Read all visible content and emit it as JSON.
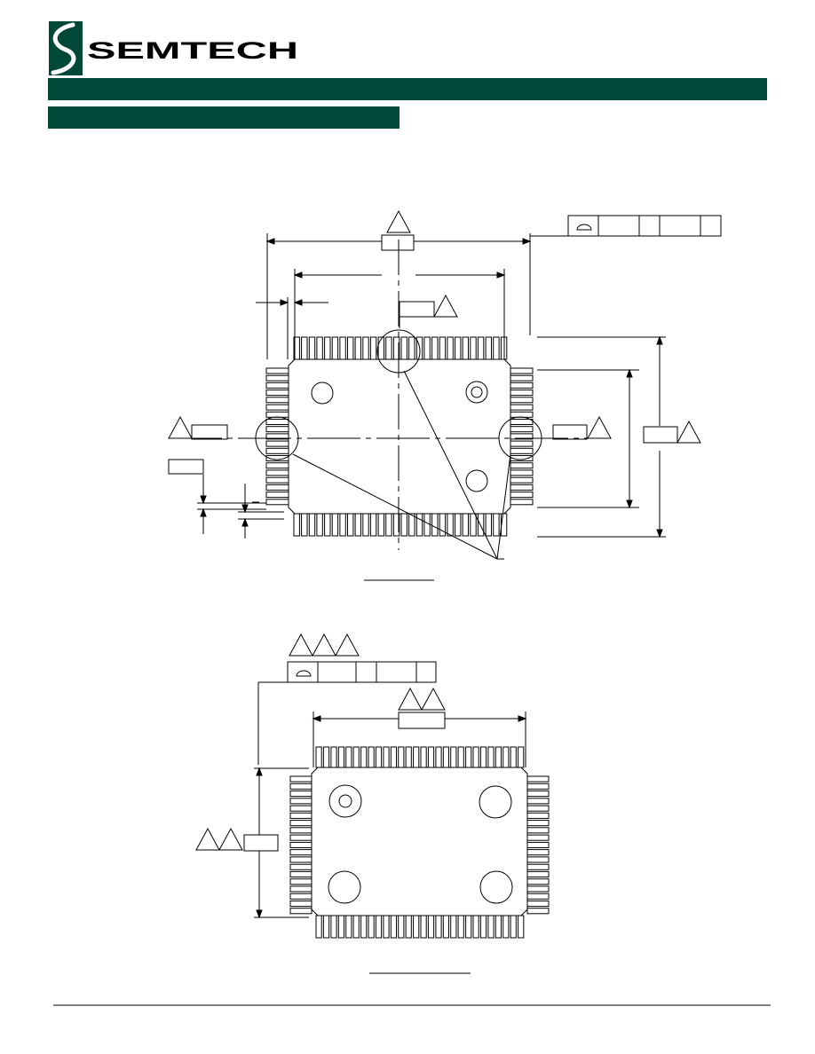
{
  "brand": {
    "name": "SEMTECH",
    "primary_color": "#004837",
    "line_color": "#000000"
  },
  "figures": [
    {
      "kind": "package-outline-top-view",
      "pins_per_horizontal_side": 28,
      "pins_per_vertical_side": 19,
      "mold_circles": 3
    },
    {
      "kind": "package-outline-bottom-view",
      "pins_per_horizontal_side": 28,
      "pins_per_vertical_side": 19,
      "mold_circles": 4
    }
  ]
}
